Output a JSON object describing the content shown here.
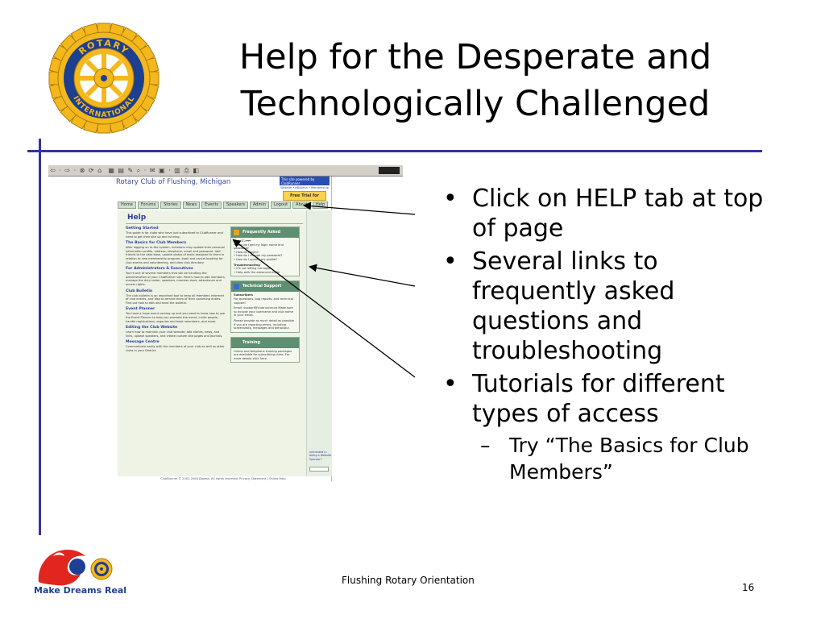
{
  "slide": {
    "title_line1": "Help for the Desperate and",
    "title_line2": "Technologically Challenged",
    "logo_text_top": "ROTARY",
    "logo_text_bottom": "INTERNATIONAL",
    "bullets": [
      "Click on HELP tab at top of page",
      "Several links to frequently asked questions and troubleshooting",
      "Tutorials for different types of access"
    ],
    "subbullet": "Try “The Basics for Club Members”",
    "footer_text": "Flushing Rotary Orientation",
    "page_number": "16",
    "brand_text": "Make Dreams Real",
    "colors": {
      "rule": "#3333a0",
      "brand_blue": "#1f3f94",
      "brand_red": "#e0261e",
      "rotary_gold": "#f5b81c",
      "rotary_blue": "#1d3f8f"
    }
  },
  "screenshot": {
    "site_name": "Rotary Club of Flushing, Michigan",
    "powered_by": "This site powered by ClubRunner",
    "powered_sub": "Website • eBulletin • Membership",
    "trial_button": "Free Trial for Clubs",
    "nav_tabs": [
      "Home",
      "Forums",
      "Stories",
      "News",
      "Events",
      "Speakers",
      "Admin",
      "Logout",
      "About",
      "Help"
    ],
    "page_heading": "Help",
    "sections": [
      {
        "heading": "Getting Started",
        "body": "This guide is for clubs who have just subscribed to ClubRunner and need to get their site up and running."
      },
      {
        "heading": "The Basics for Club Members",
        "body": "After logging on to the system, members may update their personal information profile, address, telephone, email and password. Add friends to the data base, update status of tasks assigned to them in relation to new membership program, book and cancel booking for club events and volunteering, and view club directory."
      },
      {
        "heading": "For Administrators & Executives",
        "body": "You're one of several members that will be handling the administration of your ClubRunner site. Here's how to add members, manage the duty roster, speakers, member dues, attendance and access rights."
      },
      {
        "heading": "Club Bulletin",
        "body": "The club bulletin is an important tool to keep all members informed of club events, and also to remind them of their upcoming duties. Find out how to edit and send the bulletin."
      },
      {
        "heading": "Event Planner",
        "body": "You have a huge event coming up and you need to know how to use the Event Planner to help you promote the event, invite people, handle registrations, organize and book volunteers, and more."
      },
      {
        "heading": "Editing the Club Website",
        "body": "Learn how to maintain your club website; add stories, news, and links, update speakers, and create custom site pages and journals."
      },
      {
        "heading": "Message Centre",
        "body": "Communicate easily with the members of your club as well as other clubs in your District."
      }
    ],
    "faq": {
      "title": "Frequently Asked Questions",
      "new_users_label": "New Users",
      "new_users_items": [
        "How do I get my login name and password?",
        "How do I login?",
        "How do I change my password?",
        "How do I update my profile?"
      ],
      "troubleshooting_label": "Troubleshooting",
      "troubleshooting_items": [
        "It's not letting me login!",
        "Help with the advanced editor"
      ]
    },
    "support": {
      "title": "Technical Support",
      "subscribers_label": "Subscribers",
      "body1": "For questions, bug reports, and technical support:",
      "body2": "Email: support@clubrunner.ca Make sure to include your username and club name in your email.",
      "body3": "Please provide as much detail as possible if you are reporting errors, including screenshots, messages and behaviour."
    },
    "training": {
      "title": "Training",
      "body": "Online and telephone training packages are available for subscribing clubs. For more details click here."
    },
    "sidebar_note": "Interested in being a Website Sponsor?",
    "footer": "ClubRunner © 2002-2008 Doxess. All rights reserved. Privacy Statement | Online Help"
  }
}
